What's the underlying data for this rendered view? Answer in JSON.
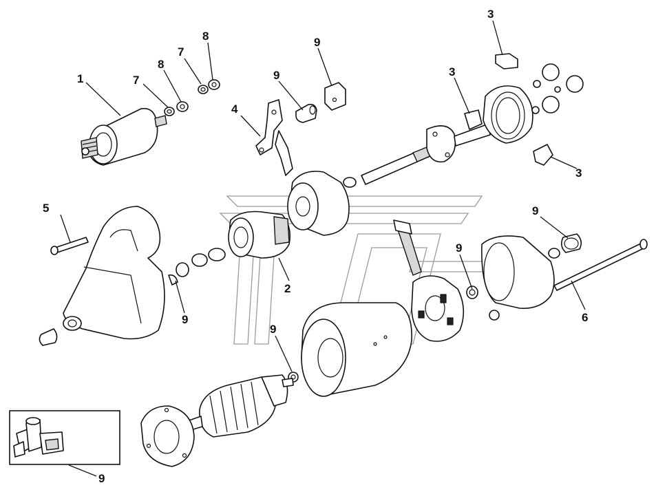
{
  "callouts": {
    "c1": "1",
    "c2": "2",
    "c3a": "3",
    "c3b": "3",
    "c3c": "3",
    "c4": "4",
    "c5": "5",
    "c6": "6",
    "c7a": "7",
    "c7b": "7",
    "c8a": "8",
    "c8b": "8",
    "c9_fork_pin": "9",
    "c9_bracket": "9",
    "c9_ring": "9",
    "c9_cap": "9",
    "c9_brush_washer": "9",
    "c9_yoke_washer": "9",
    "c9_kit": "9"
  },
  "colors": {
    "line": "#111111",
    "background": "#ffffff",
    "watermark": "#9a9a9a"
  },
  "icons": {
    "solenoid": "solenoid-icon",
    "drive_pinion": "pinion-icon",
    "shift_lever": "shift-lever-icon",
    "armature": "armature-icon",
    "yoke": "field-yoke-icon",
    "brush_holder": "brush-holder-icon",
    "end_cover": "end-cover-icon",
    "through_bolt": "through-bolt-icon",
    "planetary_gears": "planet-gear-icon",
    "ring_gear": "ring-gear-icon",
    "front_housing": "drive-housing-icon",
    "brush_kit": "brush-kit-icon"
  }
}
